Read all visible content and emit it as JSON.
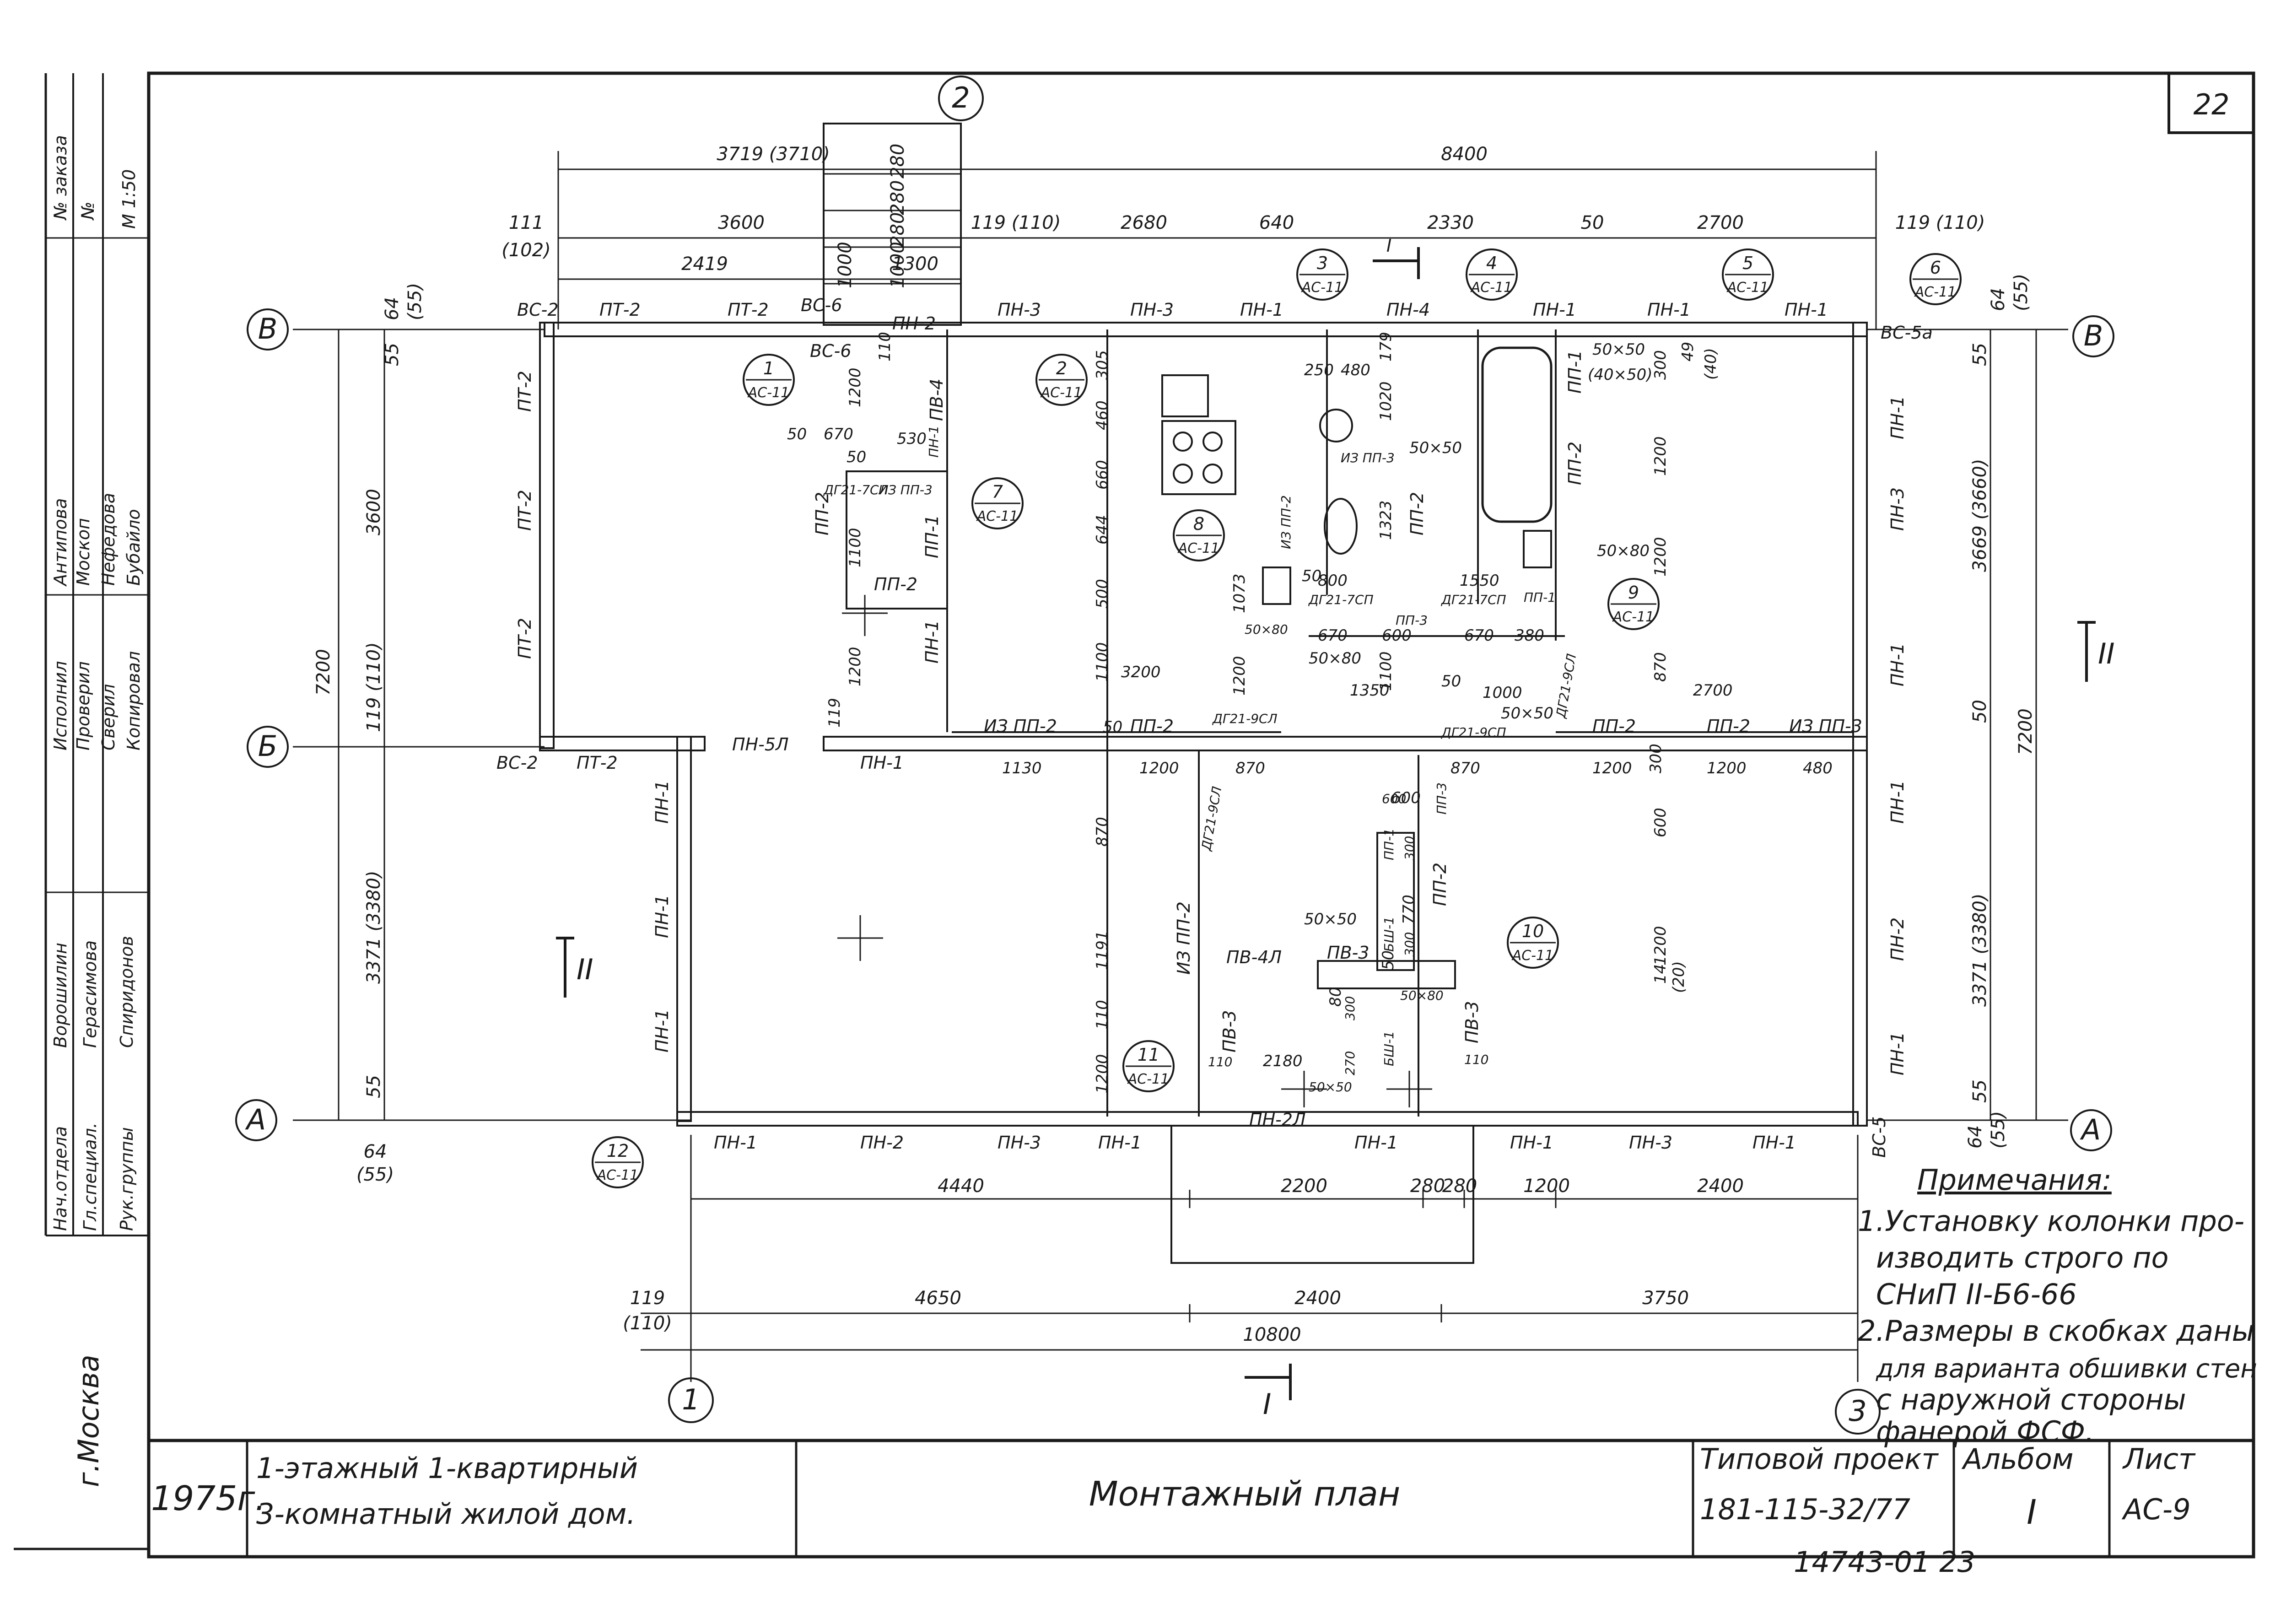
{
  "sheet_number": "22",
  "axes": {
    "grid_top": "2",
    "grid_bottom_left": "1",
    "grid_bottom_right": "3",
    "row_v": "В",
    "row_b": "Б",
    "row_a": "А"
  },
  "dims_top": {
    "d3719": "3719 (3710)",
    "d8400": "8400",
    "d111": "111",
    "d102": "(102)",
    "d3600": "3600",
    "d119": "119 (110)",
    "d2680": "2680",
    "d640": "640",
    "d2330": "2330",
    "d50": "50",
    "d2700": "2700",
    "d119r": "119 (110)",
    "d2419": "2419",
    "d1300": "1300",
    "stair_dims": [
      "280",
      "280",
      "280",
      "1000",
      "1000"
    ]
  },
  "dims_left": {
    "d64": "64",
    "d55": "(55)",
    "d55b": "55",
    "d3600": "3600",
    "d7200": "7200",
    "d119": "119 (110)",
    "d3371": "3371 (3380)",
    "d55c": "55",
    "d64b": "64",
    "d55d": "(55)"
  },
  "dims_right": {
    "d64": "64",
    "d55": "(55)",
    "d55b": "55",
    "d3669": "3669 (3660)",
    "d50": "50",
    "d7200": "7200",
    "d3371": "3371 (3380)",
    "d55c": "55",
    "d64b": "64",
    "d55d": "(55)"
  },
  "dims_bottom": {
    "d4440": "4440",
    "d2200": "2200",
    "d280a": "280",
    "d280b": "280",
    "d1200": "1200",
    "d2400": "2400",
    "d119": "119",
    "d110": "(110)",
    "d4650": "4650",
    "d2400b": "2400",
    "d3750": "3750",
    "d10800": "10800"
  },
  "panels": {
    "vs2_top": "ВС-2",
    "pt2_a": "ПТ-2",
    "pt2_b": "ПТ-2",
    "vs6": "ВС-6",
    "vs6b": "ВС-6",
    "pn2_top": "ПН-2",
    "pn3_a": "ПН-3",
    "pn3_b": "ПН-3",
    "pn1_a": "ПН-1",
    "pn4": "ПН-4",
    "pn1_b": "ПН-1",
    "pn1_c": "ПН-1",
    "pn1_d": "ПН-1",
    "vs5a": "ВС-5а",
    "pt2_l1": "ПТ-2",
    "pt2_l2": "ПТ-2",
    "pt2_l3": "ПТ-2",
    "pv4": "ПВ-4",
    "vs2_mid": "ВС-2",
    "pt2_mid": "ПТ-2",
    "pn5l": "ПН-5Л",
    "pn1_mid": "ПН-1",
    "pn1_r1": "ПН-1",
    "pn3_r": "ПН-3",
    "pn1_r2": "ПН-1",
    "pn1_r3": "ПН-1",
    "pn2_r": "ПН-2",
    "pn1_r4": "ПН-1",
    "pn1_l1": "ПН-1",
    "pn1_l2": "ПН-1",
    "pn1_l3": "ПН-1",
    "pn1_bot1": "ПН-1",
    "pn2_bot": "ПН-2",
    "pn3_bot": "ПН-3",
    "pn1_bot2": "ПН-1",
    "pn2l": "ПН-2Л",
    "pn1_bot3": "ПН-1",
    "pn1_bot4": "ПН-1",
    "pn3_bot2": "ПН-3",
    "pn1_bot5": "ПН-1",
    "vs5": "ВС-5",
    "pp2_a": "ПП-2",
    "pp2_b": "ПП-2",
    "pp1_a": "ПП-1",
    "pn1_in1": "ПН-1",
    "pn1_in2": "ПН-1",
    "iz_pp2": "ИЗ ПП-2",
    "pp2_c": "ПП-2",
    "iz_pp3": "ИЗ ПП-3",
    "pp2_d": "ПП-2",
    "pp2_e": "ПП-2",
    "pp1_v": "ПП-1",
    "pp2_v": "ПП-2",
    "pp2_v2": "ПП-2",
    "dg_1": "ДГ21-7СЛ",
    "dg_2": "ДГ21-9СЛ",
    "dg_3": "ДГ21-7СП",
    "dg_4": "ДГ21-7СП",
    "dg_5": "ДГ21-9СЛ",
    "dg_6": "ДГ21-9СЛ",
    "dg_7": "ДГ21-9СП",
    "iz_pp3b": "ИЗ ПП-3",
    "iz_pp3c": "ИЗ ПП-3",
    "iz_pp2b": "ИЗ ПП-2",
    "pv3": "ПВ-3",
    "pv3b": "ПВ-3",
    "pv3c": "ПВ-3",
    "pv4l": "ПВ-4Л",
    "bsh1": "БШ-1",
    "bsh1b": "БШ-1",
    "pp1b": "ПП-1",
    "pp3": "ПП-3",
    "pp2_f": "ПП-2",
    "pp1_c": "ПП-1",
    "pp3b": "ПП-3",
    "iz_pp2c": "ИЗ ПП-2"
  },
  "interior_dims": [
    "50",
    "670",
    "530",
    "50",
    "1100",
    "1200",
    "110",
    "119",
    "1200",
    "460",
    "660",
    "644",
    "500",
    "1100",
    "305",
    "250",
    "480",
    "1020",
    "179",
    "50×50",
    "1323",
    "50×50",
    "(40×50)",
    "1200",
    "300",
    "49",
    "(40)",
    "1200",
    "50×80",
    "1550",
    "800",
    "50",
    "1073",
    "50×80",
    "670",
    "600",
    "670",
    "380",
    "50×80",
    "1350",
    "1200",
    "1100",
    "50",
    "1000",
    "2700",
    "870",
    "3200",
    "50",
    "50×50",
    "1130",
    "1200",
    "870",
    "870",
    "1200",
    "300",
    "1200",
    "480",
    "870",
    "600",
    "1191",
    "600",
    "300",
    "50×50",
    "770",
    "50",
    "300",
    "1200",
    "110",
    "1200",
    "2180",
    "110",
    "50×50",
    "80",
    "300",
    "270",
    "50×80",
    "110",
    "14",
    "(20)",
    "600"
  ],
  "callouts": [
    {
      "num": "1",
      "ref": "АС-11"
    },
    {
      "num": "2",
      "ref": "АС-11"
    },
    {
      "num": "3",
      "ref": "АС-11"
    },
    {
      "num": "4",
      "ref": "АС-11"
    },
    {
      "num": "5",
      "ref": "АС-11"
    },
    {
      "num": "6",
      "ref": "АС-11"
    },
    {
      "num": "7",
      "ref": "АС-11"
    },
    {
      "num": "8",
      "ref": "АС-11"
    },
    {
      "num": "9",
      "ref": "АС-11"
    },
    {
      "num": "10",
      "ref": "АС-11"
    },
    {
      "num": "11",
      "ref": "АС-11"
    },
    {
      "num": "12",
      "ref": "АС-11"
    }
  ],
  "sections": {
    "s1_top": "I",
    "s1_bot": "I",
    "s2_left": "II",
    "s2_right": "II"
  },
  "notes": {
    "title": "Примечания:",
    "lines": [
      "1.Установку колонки про-",
      "изводить строго по",
      "СНиП II-Б6-66",
      "2.Размеры в скобках даны",
      "для варианта обшивки стен",
      "с наружной стороны",
      "фанерой ФСФ."
    ]
  },
  "title_block": {
    "year": "1975г.",
    "desc1": "1-этажный 1-квартирный",
    "desc2": "3-комнатный жилой дом.",
    "sheet_title": "Монтажный план",
    "proj_label": "Типовой проект",
    "proj_num": "181-115-32/77",
    "album_label": "Альбом",
    "album_num": "I",
    "sheet_label": "Лист",
    "sheet_num": "АС-9",
    "archive": "14743-01 23"
  },
  "stamp": {
    "roles": [
      "Нач.отдела",
      "Гл.специал.",
      "Рук.группы",
      "Исполнил",
      "Проверил",
      "Сверил",
      "Копировал"
    ],
    "names": [
      "Ворошилин",
      "Герасимова",
      "Спиридонов",
      "Антипова",
      "Москоп",
      "Нефедова",
      "Бубайло"
    ],
    "zakaz": "№ заказа",
    "inv": "№",
    "scale": "М 1:50",
    "city": "г.Москва"
  }
}
